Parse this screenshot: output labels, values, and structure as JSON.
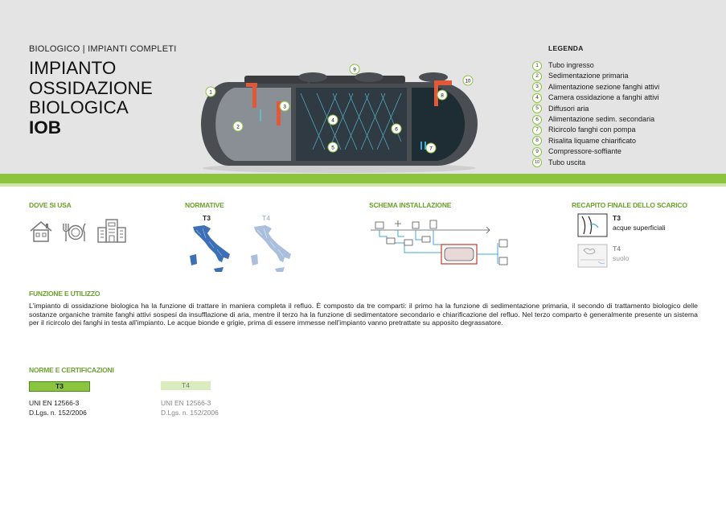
{
  "category": "BIOLOGICO | IMPIANTI COMPLETI",
  "title": {
    "line1": "IMPIANTO",
    "line2": "OSSIDAZIONE",
    "line3": "BIOLOGICA",
    "code": "IOB"
  },
  "legend": {
    "title": "LEGENDA",
    "items": [
      {
        "n": "1",
        "label": "Tubo ingresso"
      },
      {
        "n": "2",
        "label": "Sedimentazione primaria"
      },
      {
        "n": "3",
        "label": "Alimentazione sezione fanghi attivi"
      },
      {
        "n": "4",
        "label": "Camera ossidazione a fanghi attivi"
      },
      {
        "n": "5",
        "label": "Diffusori aria"
      },
      {
        "n": "6",
        "label": "Alimentazione sedim. secondaria"
      },
      {
        "n": "7",
        "label": "Ricircolo fanghi con pompa"
      },
      {
        "n": "8",
        "label": "Risalita liquame chiarificato"
      },
      {
        "n": "9",
        "label": "Compressore-soffiante"
      },
      {
        "n": "10",
        "label": "Tubo uscita"
      }
    ]
  },
  "sections": {
    "dove": "DOVE SI USA",
    "normative": "NORMATIVE",
    "schema": "SCHEMA INSTALLAZIONE",
    "recapito": "RECAPITO FINALE DELLO SCARICO",
    "funzione": "FUNZIONE E UTILIZZO",
    "norme": "NORME E CERTIFICAZIONI"
  },
  "normative": {
    "t3": "T3",
    "t4": "T4"
  },
  "recapito": {
    "t3_code": "T3",
    "t3_label": "acque superficiali",
    "t4_code": "T4",
    "t4_label": "suolo"
  },
  "funzione_text": "L'impianto di ossidazione biologica ha la funzione di trattare in maniera completa il refluo. È composto da tre comparti: il primo ha la funzione di sedimentazione primaria, il secondo di trattamento biologico delle sostanze organiche tramite fanghi attivi sospesi da insufflazione di aria, mentre il terzo ha la funzione di sedimentatore secondario e chiarificazione del refluo. Nel terzo comparto è generalmente presente un sistema per il ricircolo dei fanghi in testa all'impianto. Le acque bionde e grigie, prima di essere immesse nell'impianto vanno pretrattate su apposito degrassatore.",
  "norme": {
    "t3_tag": "T3",
    "t3_lines": [
      "UNI EN 12566-3",
      "D.Lgs. n. 152/2006"
    ],
    "t4_tag": "T4",
    "t4_lines": [
      "UNI EN 12566-3",
      "D.Lgs. n. 152/2006"
    ]
  },
  "colors": {
    "accent": "#8cc43f",
    "accent_light": "#d9ecbd",
    "section_title": "#6aa22d",
    "pipe": "#e05a3a",
    "water": "#3fa9d8",
    "map": "#3c6fb6",
    "map_light": "#a9bfdc"
  }
}
